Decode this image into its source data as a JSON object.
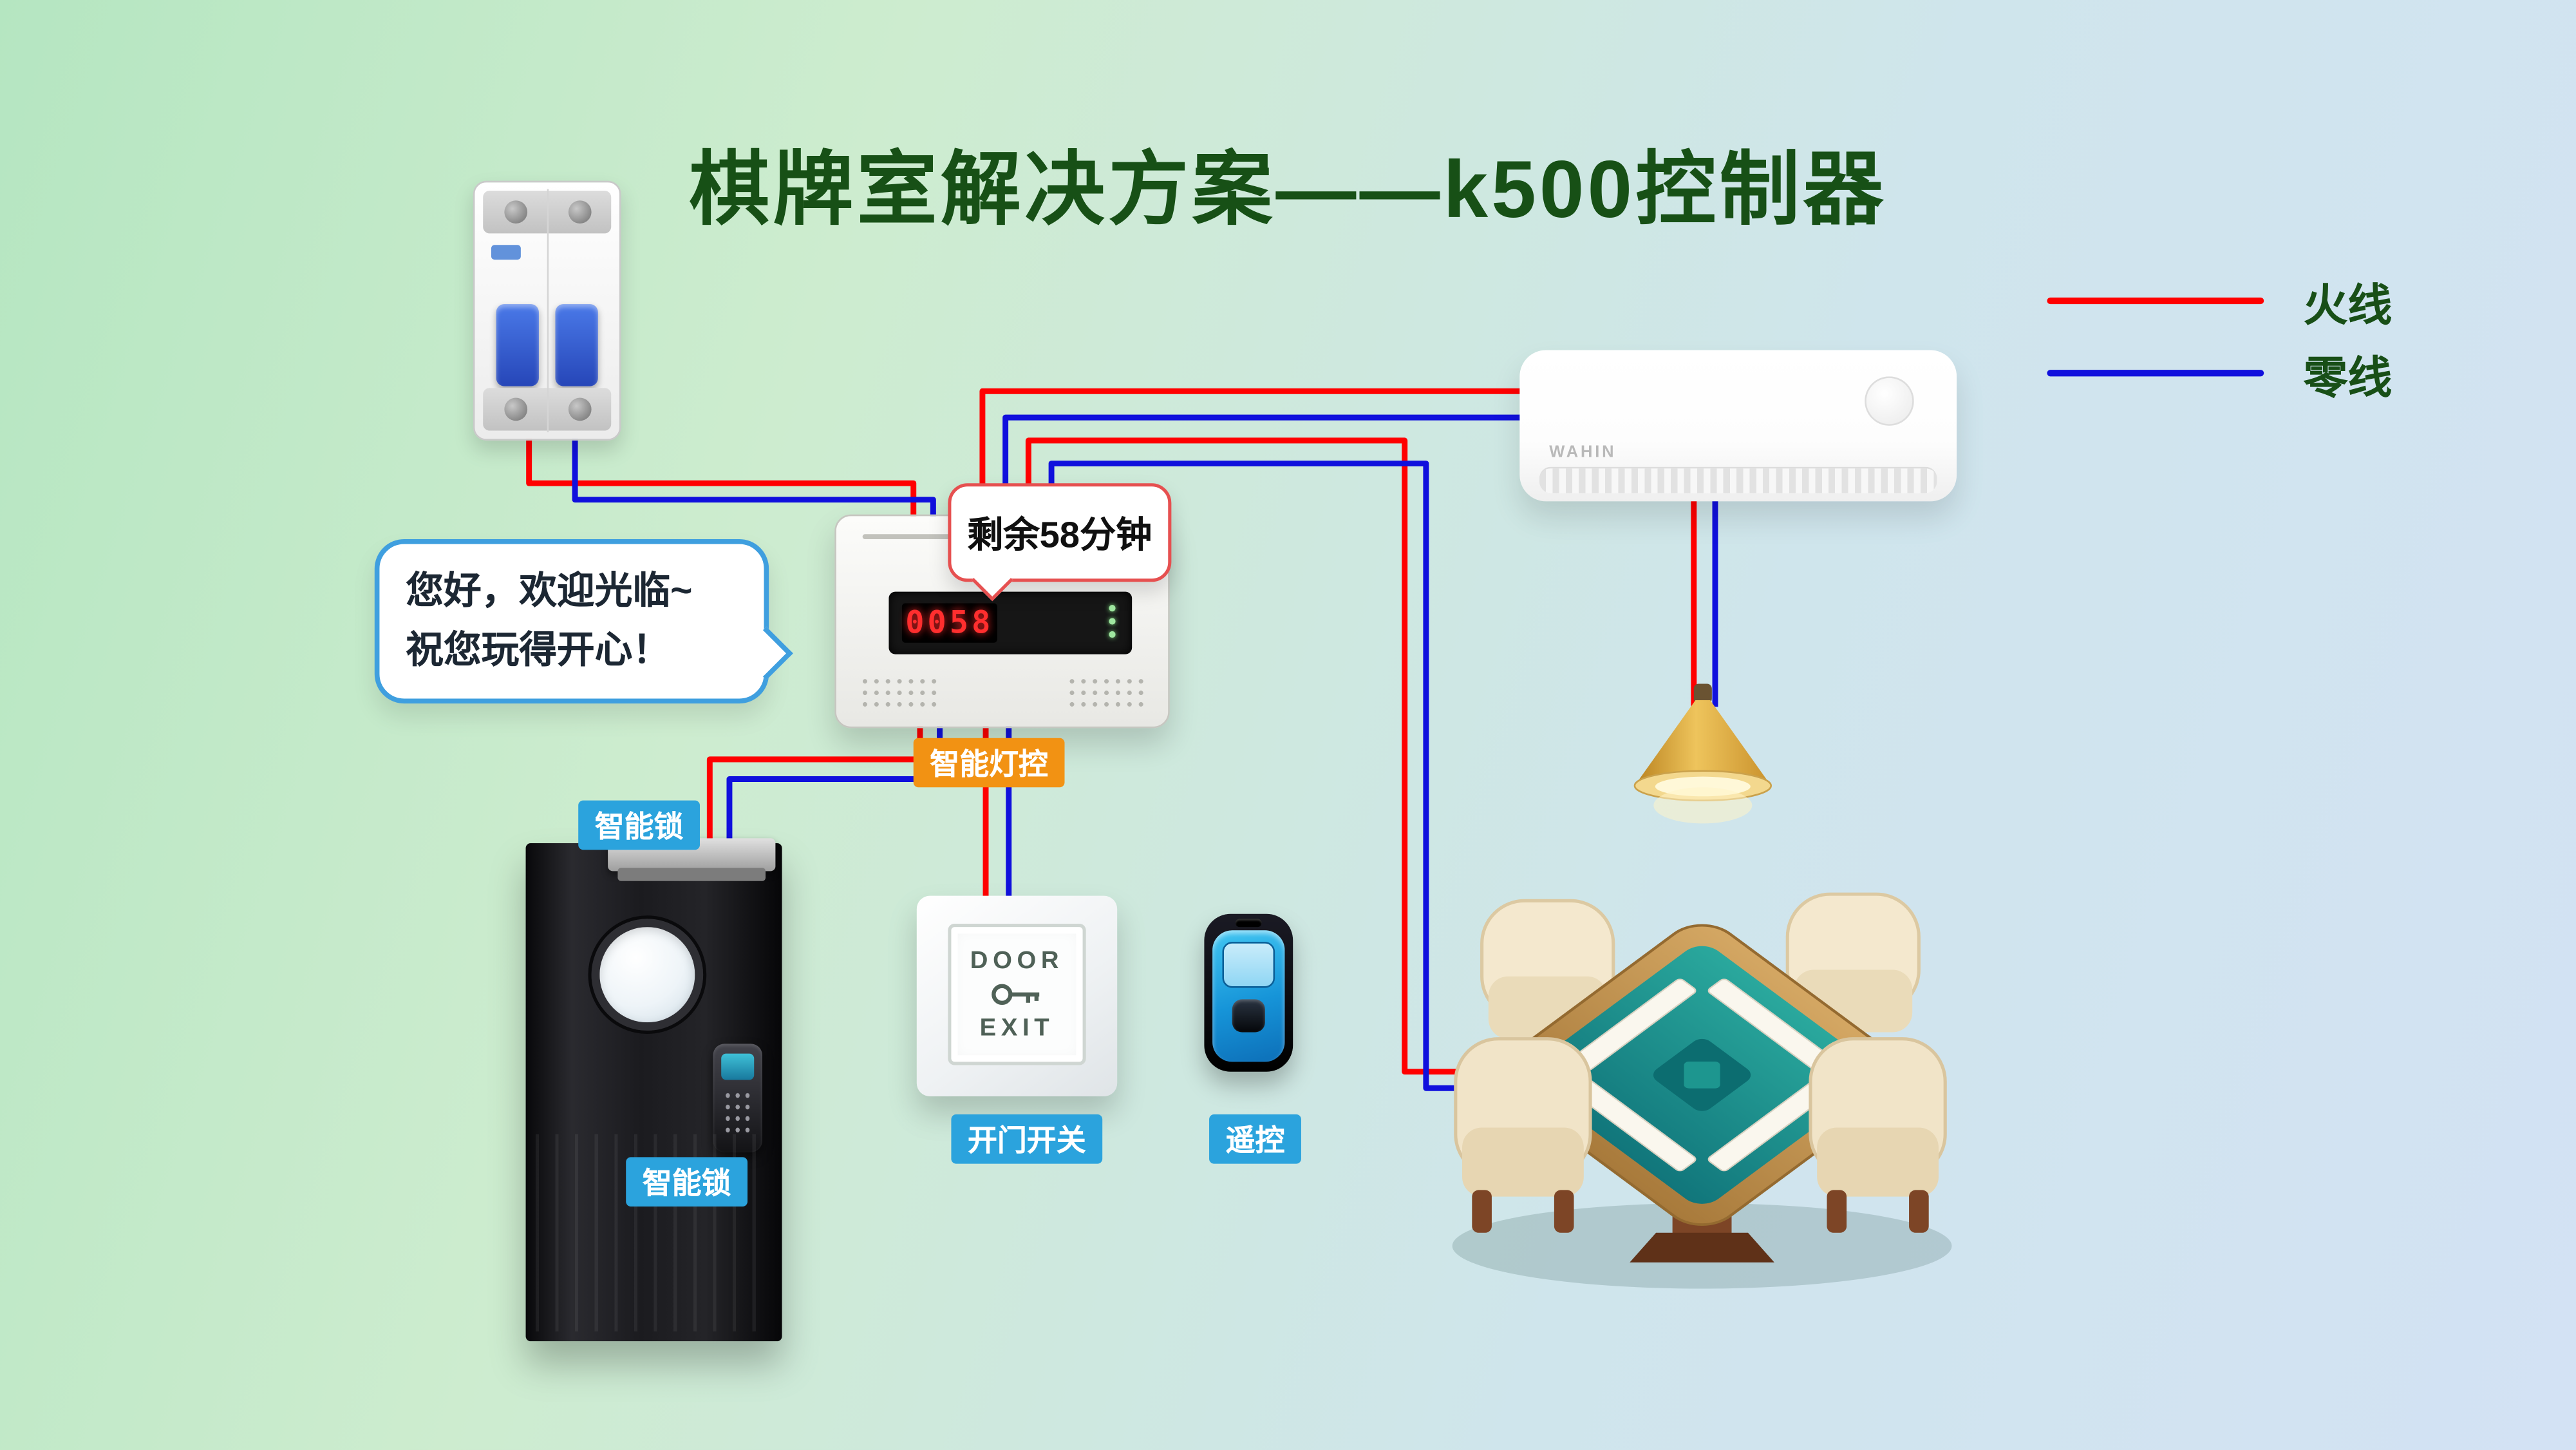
{
  "title": "棋牌室解决方案——k500控制器",
  "legend": {
    "live": {
      "label": "火线",
      "color": "#ff0000"
    },
    "neutral": {
      "label": "零线",
      "color": "#1010dd"
    }
  },
  "speech_bubble": {
    "line1": "您好，欢迎光临~",
    "line2": "祝您玩得开心！"
  },
  "time_callout": {
    "text": "剩余58分钟"
  },
  "controller": {
    "display": "0058",
    "badge_label": "智能灯控"
  },
  "door": {
    "lock_badge_top": "智能锁",
    "lock_badge_bottom": "智能锁"
  },
  "exit_switch": {
    "panel_line1": "DOOR",
    "panel_line2": "EXIT",
    "badge_label": "开门开关"
  },
  "remote": {
    "badge_label": "遥控"
  },
  "air_conditioner": {
    "brand": "WAHIN"
  },
  "colors": {
    "live_wire": "#ff0000",
    "neutral_wire": "#1010dd",
    "badge_blue": "#2ba3dd",
    "badge_orange": "#f29213",
    "title_green": "#175016"
  }
}
